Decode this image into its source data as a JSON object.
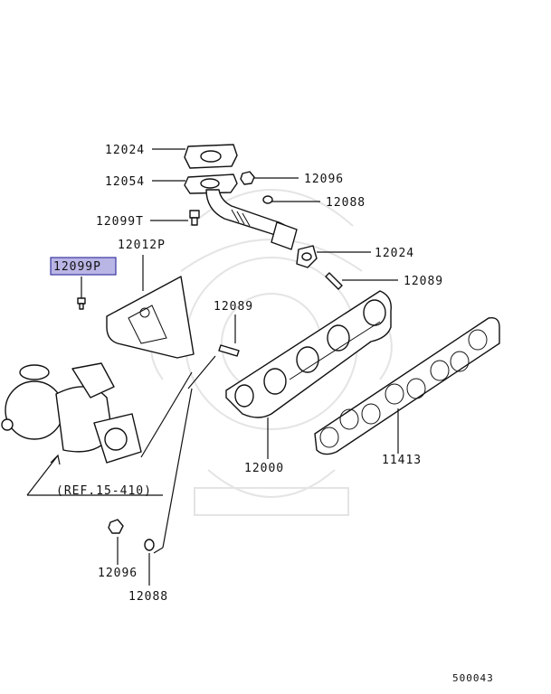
{
  "labels": {
    "p12024_top": "12024",
    "p12054": "12054",
    "p12096_top": "12096",
    "p12088_top": "12088",
    "p12099T": "12099T",
    "p12012P": "12012P",
    "p12024_mid": "12024",
    "p12099P": "12099P",
    "p12089_right": "12089",
    "p12089_left": "12089",
    "p12000": "12000",
    "p11413": "11413",
    "ref": "(REF.15-410)",
    "p12096_bot": "12096",
    "p12088_bot": "12088",
    "diagram_code": "500043"
  },
  "highlight_color": "#b9b6e6"
}
